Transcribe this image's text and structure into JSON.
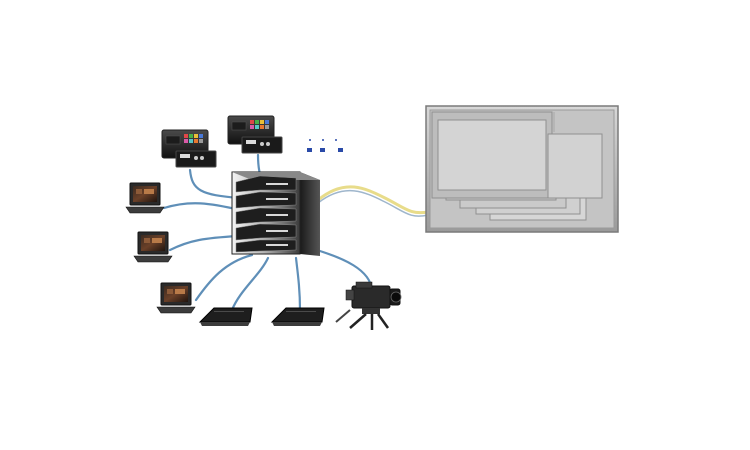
{
  "diagram": {
    "type": "network-topology",
    "hub": "server-rack",
    "nodes": [
      {
        "id": "control-panel-1",
        "kind": "control-panel"
      },
      {
        "id": "control-panel-2",
        "kind": "control-panel"
      },
      {
        "id": "laptop-1",
        "kind": "laptop"
      },
      {
        "id": "laptop-2",
        "kind": "laptop"
      },
      {
        "id": "laptop-3",
        "kind": "laptop"
      },
      {
        "id": "set-top-box-1",
        "kind": "set-top-box"
      },
      {
        "id": "set-top-box-2",
        "kind": "set-top-box"
      },
      {
        "id": "broadcast-camera",
        "kind": "camera"
      },
      {
        "id": "display-wall",
        "kind": "monitor"
      }
    ],
    "connections": {
      "standard_cable_color": "#5f8fb8",
      "display_cable_color": "#e8dc8a"
    },
    "display_wall": {
      "window_count": 7,
      "fill": "#c8c8c8",
      "frame": "#a8a8a8"
    },
    "indicator_count": 3,
    "accent_color": "#2a4aa8"
  }
}
